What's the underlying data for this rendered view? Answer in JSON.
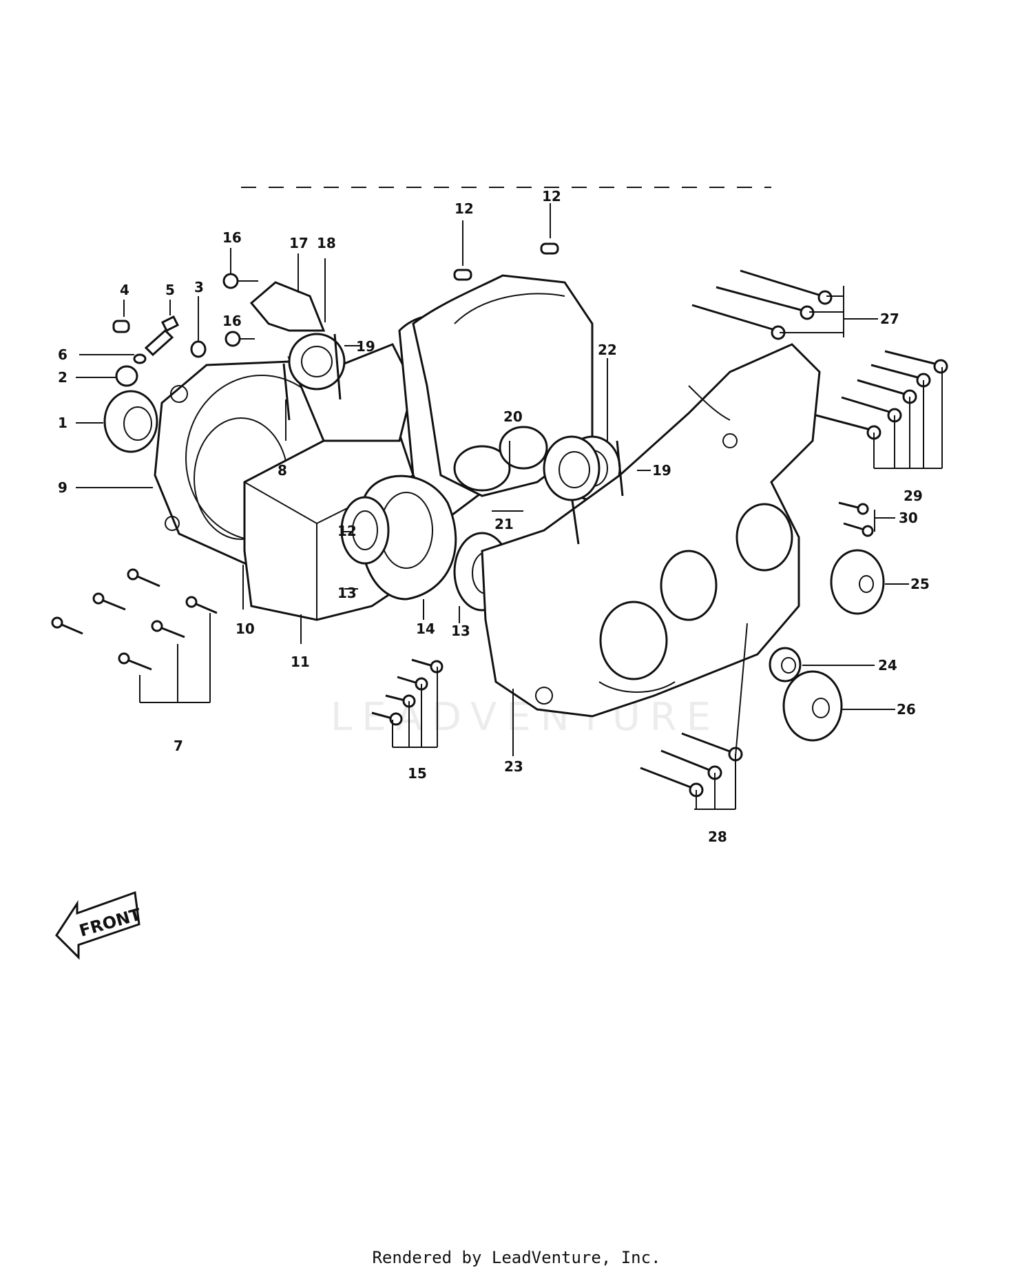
{
  "callouts": [
    "1",
    "2",
    "3",
    "4",
    "5",
    "6",
    "7",
    "8",
    "9",
    "10",
    "11",
    "12",
    "12",
    "12",
    "13",
    "13",
    "14",
    "15",
    "16",
    "16",
    "17",
    "18",
    "19",
    "19",
    "20",
    "21",
    "22",
    "23",
    "24",
    "25",
    "26",
    "27",
    "28",
    "29",
    "30"
  ],
  "front_label": "FRONT",
  "watermark": "LEADVENTURE",
  "footer": "Rendered by LeadVenture, Inc.",
  "icons": {
    "front": "front-arrow-icon",
    "watermark_logo": "leadventure-logo-icon"
  }
}
